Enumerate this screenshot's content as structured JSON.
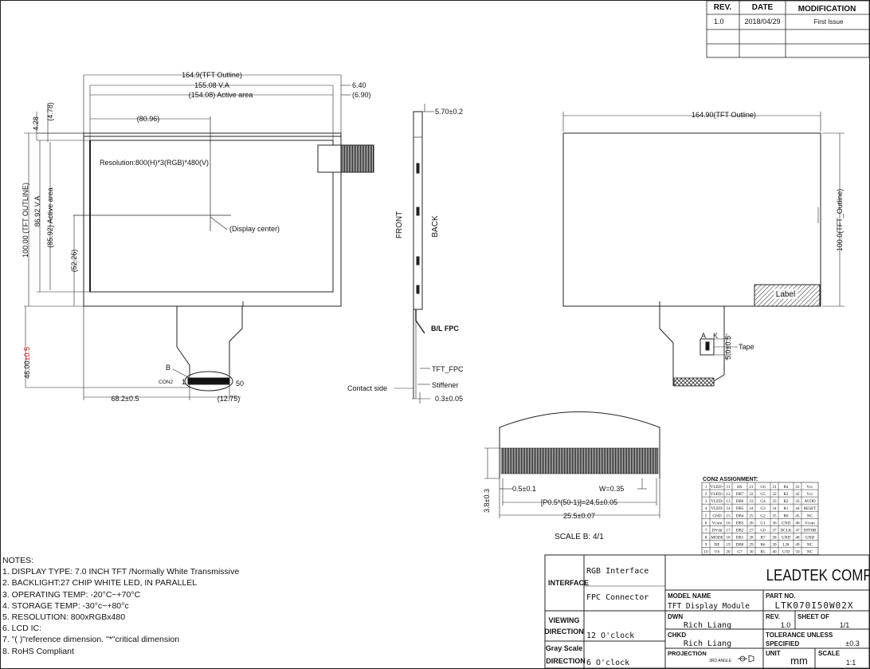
{
  "revision_table": {
    "headers": [
      "REV.",
      "DATE",
      "MODIFICATION"
    ],
    "rows": [
      [
        "1.0",
        "2018/04/29",
        "First Issue"
      ]
    ]
  },
  "front_view": {
    "tft_outline_width": "164.9(TFT Outline)",
    "va_width": "155.08 V.A",
    "active_width": "(154.08) Active area",
    "right_offset_1": "6.40",
    "right_offset_2": "(6.90)",
    "top_offset_1": "4.28",
    "top_offset_2": "(4.78)",
    "center_x": "(80.96)",
    "resolution": "Resolution:800(H)*3(RGB)*480(V)",
    "display_center": "(Display center)",
    "outline_height": "100.00 (TFT OUTLINE)",
    "va_height": "86.92 V.A",
    "active_height": "(85.92) Active area",
    "center_y": "(52.26)",
    "fpc_length_value": "46.00",
    "fpc_length_tol": "±0.5",
    "fpc_x": "68.2±0.5",
    "connector_width": "(12.75)",
    "label_b": "B",
    "con2": "CON2",
    "pin_1": "1",
    "pin_50": "50"
  },
  "side_view": {
    "thickness": "5.70±0.2",
    "front": "FRONT",
    "back": "BACK",
    "bl_fpc": "B/L FPC",
    "tft_fpc": "TFT_FPC",
    "contact_side": "Contact side",
    "stiffener": "Stiffener",
    "fpc_thickness": "0.3±0.05"
  },
  "back_view": {
    "outline_width": "164.90(TFT Outline)",
    "outline_height": "100.0(TFT_Outline)",
    "label": "Label",
    "a": "A",
    "k": "K",
    "tape": "Tape",
    "tape_dim": "5.0±0.5"
  },
  "detail_b": {
    "height": "3.8±0.3",
    "offset": "0.5±0.1",
    "width": "W=0.35",
    "pitch": "[P0.5*(50-1)]=24.5±0.05",
    "total": "25.5±0.07",
    "scale": "SCALE B: 4/1"
  },
  "con2_assignment": {
    "title": "CON2 ASSIGNMENT:",
    "rows": [
      [
        "1",
        "VLED+",
        "11",
        "HS",
        "21",
        "G6",
        "31",
        "R4",
        "41",
        "Vcc"
      ],
      [
        "2",
        "VLED+",
        "12",
        "DB7",
        "22",
        "G5",
        "32",
        "R3",
        "42",
        "Vcc"
      ],
      [
        "3",
        "VLED-",
        "13",
        "DB6",
        "23",
        "G4",
        "33",
        "R2",
        "43",
        "AVDD"
      ],
      [
        "4",
        "VLED-",
        "14",
        "DB5",
        "24",
        "G3",
        "34",
        "R1",
        "44",
        "RESET"
      ],
      [
        "5",
        "GND",
        "15",
        "DB4",
        "25",
        "G2",
        "35",
        "R0",
        "45",
        "NC"
      ],
      [
        "6",
        "Vcom",
        "16",
        "DB3",
        "26",
        "G1",
        "36",
        "GND",
        "46",
        "Vcom"
      ],
      [
        "7",
        "DVdd",
        "17",
        "DB2",
        "27",
        "G0",
        "37",
        "DCLK",
        "47",
        "DITHB"
      ],
      [
        "8",
        "MODE",
        "18",
        "DB1",
        "28",
        "R7",
        "38",
        "GND",
        "48",
        "GND"
      ],
      [
        "9",
        "DE",
        "19",
        "DB0",
        "29",
        "R6",
        "39",
        "L/R",
        "49",
        "NC"
      ],
      [
        "10",
        "VS",
        "20",
        "G7",
        "30",
        "R5",
        "40",
        "U/D",
        "50",
        "NC"
      ]
    ]
  },
  "notes": {
    "title": "NOTES:",
    "items": [
      "1. DISPLAY TYPE: 7.0 INCH TFT /Normally White Transmissive",
      "2. BACKLIGHT:27 CHIP WHITE LED, IN PARALLEL",
      "3. OPERATING TEMP: -20°C~+70°C",
      "4. STORAGE TEMP: -30°c~+80°c",
      "5. RESOLUTION: 800xRGBx480",
      "6. LCD IC:",
      "7. \"( )\"reference dimension. \"*\"critical dimension",
      "8. RoHS Compliant"
    ]
  },
  "title_block": {
    "interface_label": "INTERFACE",
    "interface_1": "RGB Interface",
    "interface_2": "FPC Connector",
    "viewing_label_1": "VIEWING",
    "viewing_label_2": "DIRECTION",
    "viewing_value": "12 O'clock",
    "gray_label_1": "Gray Scale",
    "gray_label_2": "DIRECTION",
    "gray_value": "6 O'clock",
    "company": "LEADTEK COMPANY LIMITED",
    "model_name_label": "MODEL NAME",
    "model_name": "TFT Display Module",
    "part_no_label": "PART NO.",
    "part_no": "LTK070I50W02X",
    "dwn_label": "DWN",
    "dwn": "Rich Liang",
    "rev_label": "REV.",
    "rev": "1.0",
    "sheet_label": "SHEET OF",
    "sheet": "1/1",
    "chkd_label": "CHKD",
    "chkd": "Rich Liang",
    "tolerance_label_1": "TOLERANCE UNLESS",
    "tolerance_label_2": "SPECIFIED",
    "tolerance": "±0.3",
    "projection_label": "PROJECTION",
    "projection": "3RD ANGLE",
    "unit_label": "UNIT",
    "unit": "mm",
    "scale_label": "SCALE",
    "scale": "1:1"
  }
}
